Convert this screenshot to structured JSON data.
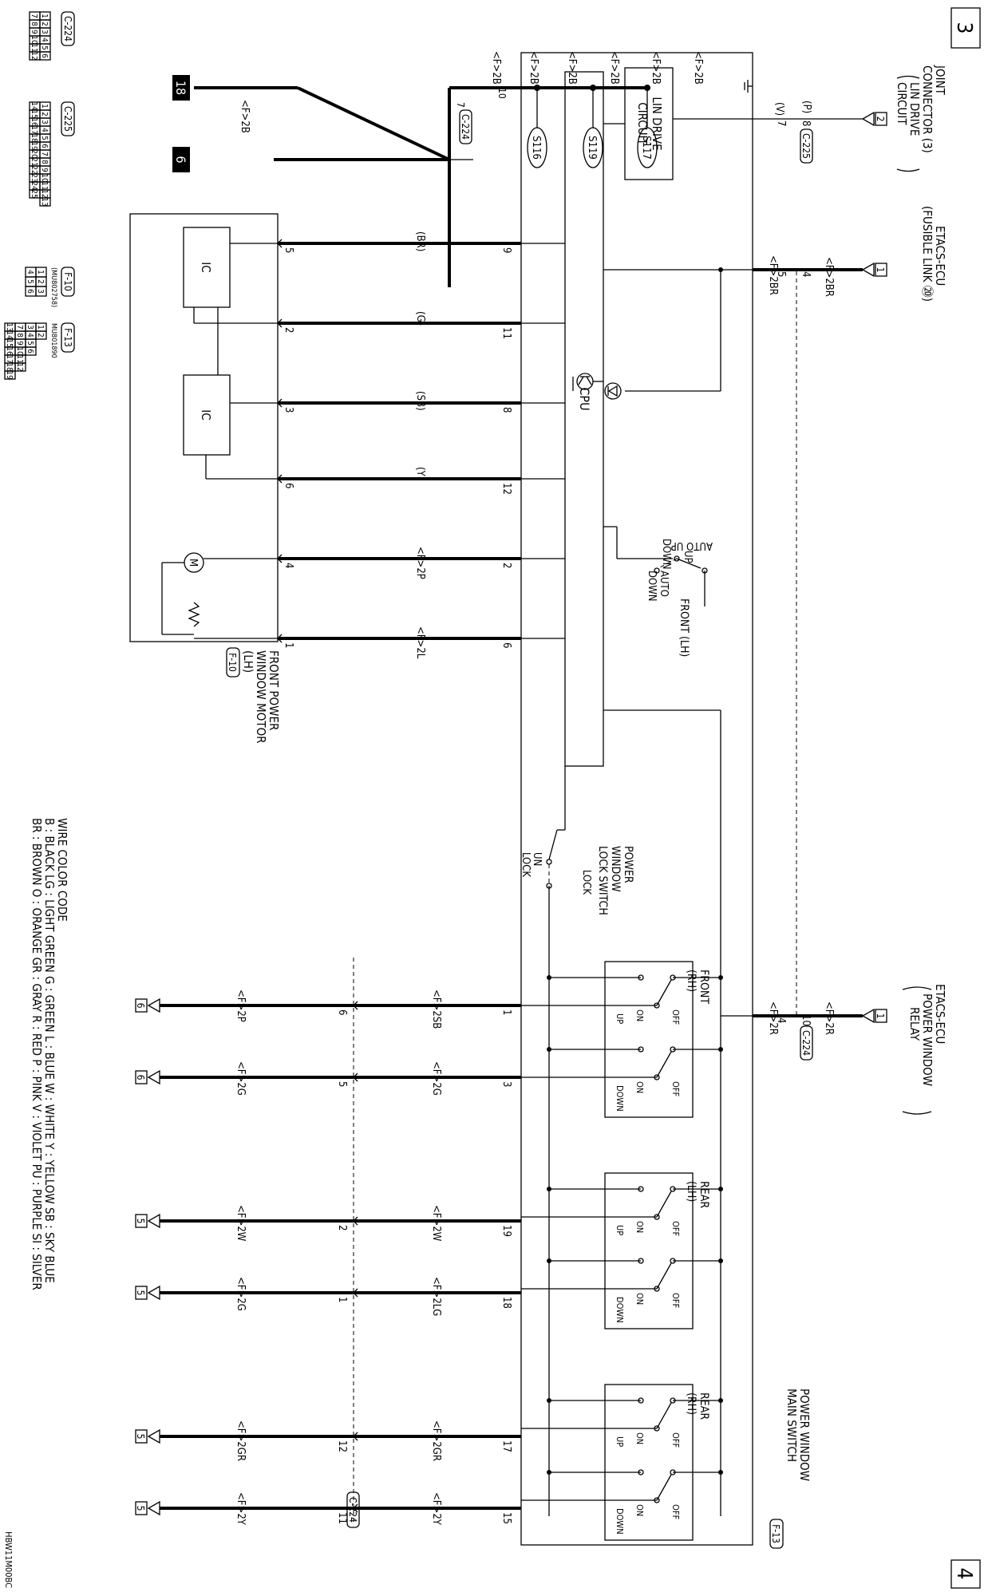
{
  "page": {
    "left_num": "3",
    "right_num": "4",
    "code": "HBW11M00BC"
  },
  "top_sources": [
    {
      "id": "jc",
      "lines": [
        "JOINT",
        "CONNECTOR (3)",
        "LIN DRIVE",
        "CIRCUIT"
      ],
      "box": "2",
      "wire": "(P)",
      "pin": "8",
      "conn": "C-225"
    },
    {
      "id": "fl",
      "lines": [
        "ETACS-ECU",
        "(FUSIBLE LINK ⑳)"
      ],
      "box": "1",
      "wire": "<F>2BR",
      "pin": "4"
    },
    {
      "id": "pwr",
      "lines": [
        "ETACS-ECU",
        "POWER WINDOW",
        "RELAY"
      ],
      "box": "1",
      "wire": "<F>2R",
      "pin": "10",
      "conn": "C-224"
    }
  ],
  "switch_top": {
    "lin_wire": "(V)",
    "lin_pin": "7",
    "br_wire": "<F>2BR",
    "br_pin": "5",
    "pwr_wire": "<F>2R",
    "pwr_pin": "4"
  },
  "blocks": {
    "lin_drive": [
      "LIN DRIVE",
      "CIRCUIT"
    ],
    "cpu": "CPU",
    "main_switch": [
      "POWER WINDOW",
      "MAIN SWITCH"
    ],
    "main_switch_conn": "F-13",
    "lock_switch": [
      "POWER",
      "WINDOW",
      "LOCK SWITCH"
    ],
    "lock_lbl": "LOCK",
    "unlock_lbl": [
      "UN",
      "LOCK"
    ],
    "front_lh": "FRONT (LH)",
    "auto_up": "AUTO UP",
    "up": "UP",
    "down": "DOWN",
    "auto_down": [
      "AUTO",
      "DOWN"
    ]
  },
  "ground": {
    "wire_labels": [
      "<F>2B",
      "<F>2B",
      "<F>2B",
      "<F>2B",
      "<F>2B",
      "<F>2B"
    ],
    "splices": [
      "S116",
      "S119",
      "S117"
    ],
    "pin_top": "10",
    "pin_bot": "7",
    "conn": "C-224",
    "gnd_a": "18",
    "gnd_b": "6"
  },
  "motor_wires": [
    {
      "top_pin": "9",
      "label": "(BR)",
      "bot_pin": "5"
    },
    {
      "top_pin": "11",
      "label": "(G)",
      "bot_pin": "2"
    },
    {
      "top_pin": "8",
      "label": "(SB)",
      "bot_pin": "3"
    },
    {
      "top_pin": "12",
      "label": "(Y)",
      "bot_pin": "6"
    },
    {
      "top_pin": "2",
      "label": "<F>2P",
      "bot_pin": "4"
    },
    {
      "top_pin": "6",
      "label": "<F>2L",
      "bot_pin": "1"
    }
  ],
  "motor": {
    "ic": "IC",
    "motor_sym": "M",
    "title": [
      "FRONT POWER",
      "WINDOW MOTOR",
      "(LH)"
    ],
    "conn": "F-10"
  },
  "switch_groups": [
    {
      "title": [
        "FRONT",
        "(RH)"
      ]
    },
    {
      "title": [
        "REAR",
        "(LH)"
      ]
    },
    {
      "title": [
        "REAR",
        "(RH)"
      ]
    }
  ],
  "switch_labels": {
    "off": "OFF",
    "on": "ON",
    "up": "UP",
    "down": "DOWN"
  },
  "outputs": [
    {
      "top_pin": "1",
      "upper_label": "<F>2SB",
      "mid_pin": "6",
      "lower_label": "<F>2P",
      "box": "6"
    },
    {
      "top_pin": "3",
      "upper_label": "<F>2G",
      "mid_pin": "5",
      "lower_label": "<F>2G",
      "box": "6"
    },
    {
      "top_pin": "19",
      "upper_label": "<F>2W",
      "mid_pin": "2",
      "lower_label": "<F>2W",
      "box": "5"
    },
    {
      "top_pin": "18",
      "upper_label": "<F>2LG",
      "mid_pin": "1",
      "lower_label": "<F>2G",
      "box": "5"
    },
    {
      "top_pin": "17",
      "upper_label": "<F>2GR",
      "mid_pin": "12",
      "lower_label": "<F>2GR",
      "box": "5"
    },
    {
      "top_pin": "15",
      "upper_label": "<F>2Y",
      "mid_pin": "11",
      "lower_label": "<F>2Y",
      "box": "5"
    }
  ],
  "output_conn": "C-224",
  "legend": {
    "title": "WIRE COLOR CODE",
    "line1": "B : BLACK    LG : LIGHT GREEN    G : GREEN    L : BLUE    W : WHITE    Y : YELLOW    SB : SKY BLUE",
    "line2": "BR : BROWN    O : ORANGE    GR : GRAY    R : RED    P : PINK    V : VIOLET    PU : PURPLE    SI : SILVER"
  },
  "connectors": {
    "c224": {
      "name": "C-224",
      "row1": [
        "1",
        "2",
        "3",
        "4",
        "5",
        "6"
      ],
      "row2": [
        "7",
        "8",
        "9",
        "10",
        "11",
        "12"
      ]
    },
    "c225": {
      "name": "C-225",
      "row1": [
        "1",
        "2",
        "3",
        "4",
        "5",
        "6",
        "7",
        "8",
        "9",
        "10",
        "11",
        "12",
        "13"
      ],
      "row2": [
        "14",
        "15",
        "16",
        "17",
        "18",
        "19",
        "20",
        "21",
        "22",
        "23",
        "24",
        "25"
      ]
    },
    "f10": {
      "name": "F-10",
      "part": "(MU802758)",
      "pins": [
        "1",
        "2",
        "3",
        "4",
        "5",
        "6"
      ]
    },
    "f13": {
      "name": "F-13",
      "part": "MU801890",
      "rows": [
        [
          "1",
          "2"
        ],
        [
          "3",
          "4",
          "5",
          "6"
        ],
        [
          "7",
          "8",
          "9",
          "10",
          "11",
          "12"
        ],
        [
          "13",
          "14",
          "15",
          "16",
          "17",
          "18",
          "19"
        ]
      ]
    }
  }
}
